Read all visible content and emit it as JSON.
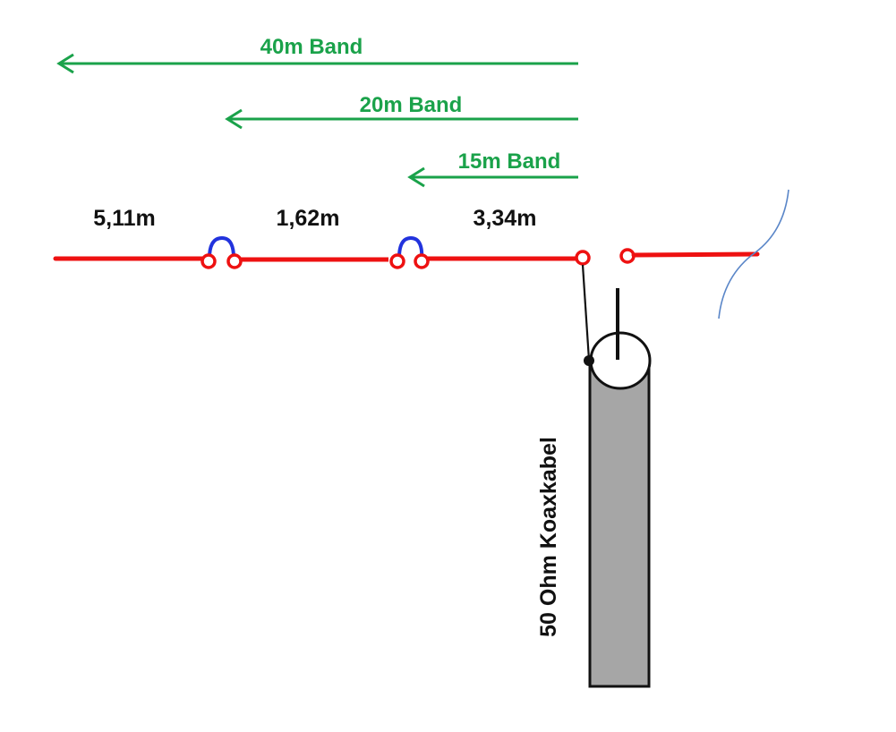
{
  "colors": {
    "band": "#1aa24a",
    "wire": "#ee1111",
    "loop": "#2233dd",
    "cable": "#a6a6a6",
    "outline": "#111111",
    "branch": "#5a86c8"
  },
  "bands": [
    {
      "label": "40m Band"
    },
    {
      "label": "20m Band"
    },
    {
      "label": "15m Band"
    }
  ],
  "segments": [
    {
      "label": "5,11m"
    },
    {
      "label": "1,62m"
    },
    {
      "label": "3,34m"
    }
  ],
  "coax": {
    "label": "50 Ohm Koaxkabel"
  }
}
